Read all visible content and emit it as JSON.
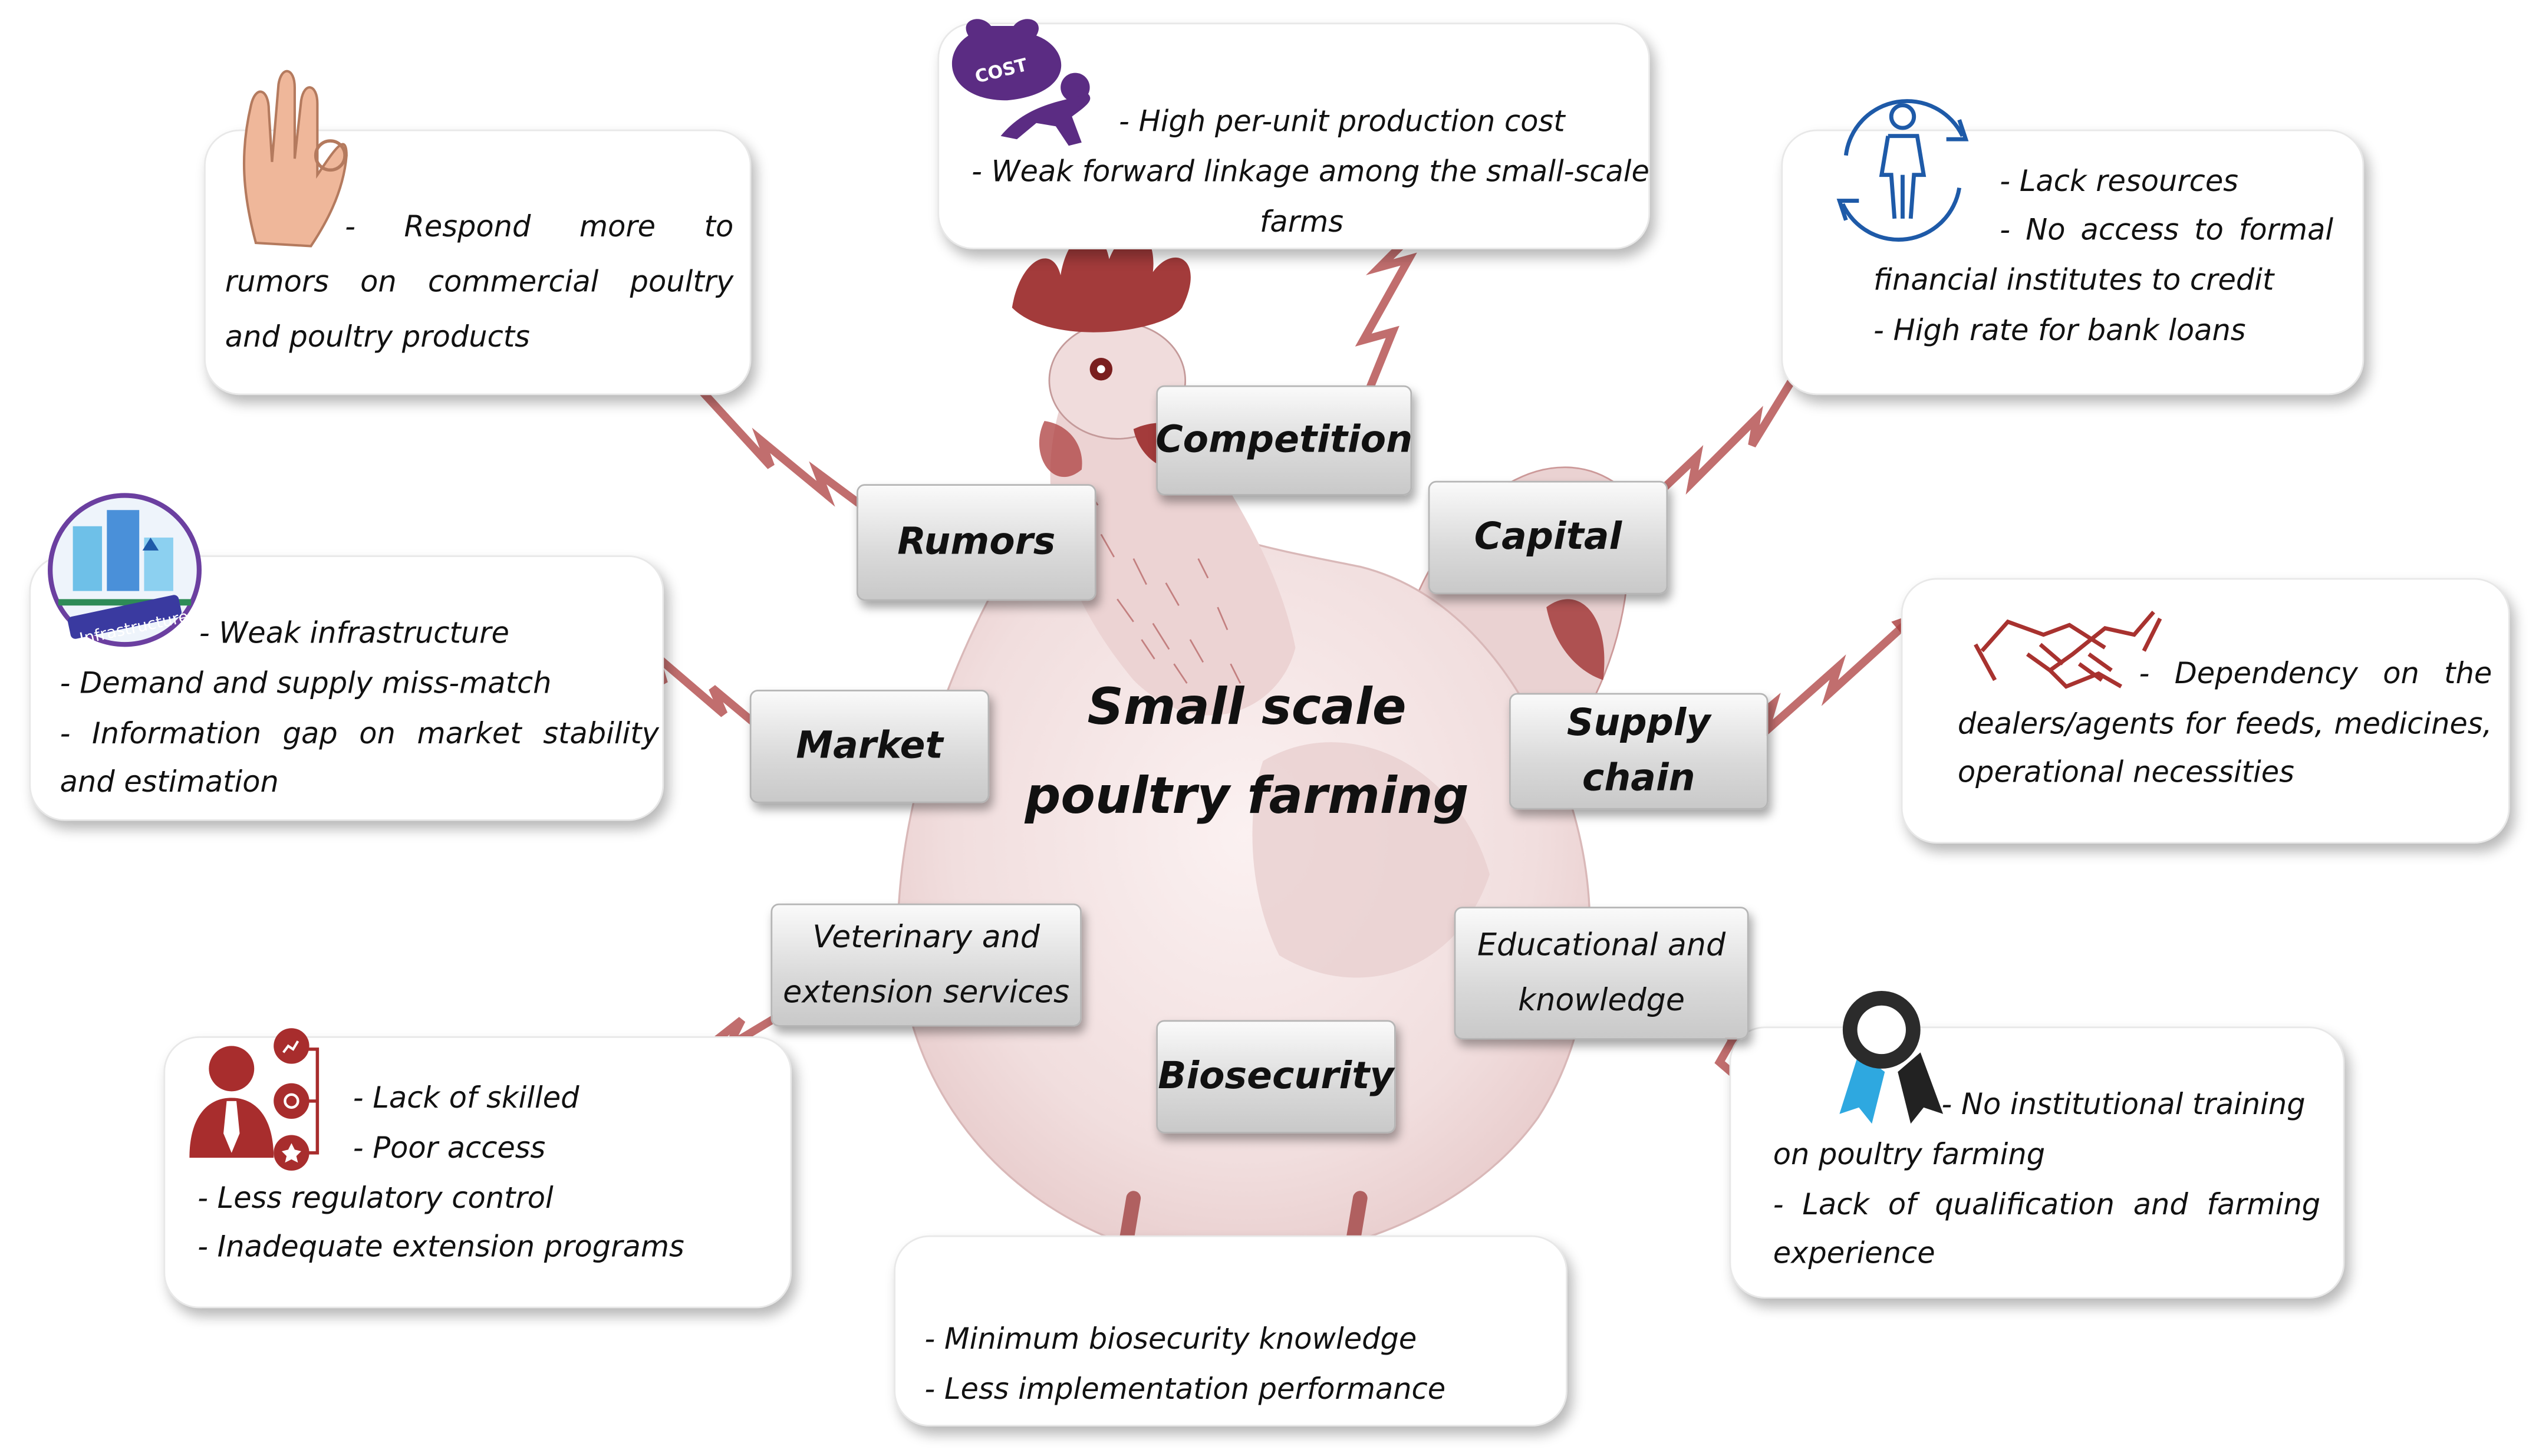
{
  "center": {
    "line1": "Small scale",
    "line2": "poultry farming"
  },
  "factors": {
    "competition": "Competition",
    "rumors": "Rumors",
    "capital": "Capital",
    "market": "Market",
    "supply_chain": [
      "Supply",
      "chain"
    ],
    "veterinary": [
      "Veterinary and",
      "extension services"
    ],
    "educational": [
      "Educational and",
      "knowledge"
    ],
    "biosecurity": "Biosecurity"
  },
  "details": {
    "competition": [
      "- High per-unit production cost",
      "- Weak forward linkage among the small-scale",
      "farms"
    ],
    "rumors": [
      "- Respond more to",
      "rumors on commercial poultry",
      "and poultry products"
    ],
    "capital": [
      "- Lack resources",
      "- No access to formal",
      "financial institutes to credit",
      "- High rate for bank loans"
    ],
    "market": [
      "- Weak infrastructure",
      "- Demand and supply miss-match",
      "- Information gap on market stability",
      "and estimation"
    ],
    "supply_chain": [
      "- Dependency on the",
      "dealers/agents for feeds, medicines,",
      "operational necessities"
    ],
    "veterinary": [
      "- Lack of skilled",
      "- Poor access",
      "- Less regulatory control",
      "- Inadequate extension programs"
    ],
    "educational": [
      "- No institutional training",
      "on poultry farming",
      "- Lack of qualification and farming",
      "experience"
    ],
    "biosecurity": [
      "- Minimum biosecurity knowledge",
      "- Less implementation performance"
    ]
  },
  "icon_text": {
    "cost_bag": "COST",
    "infrastructure_badge": "Infrastructure"
  },
  "colors": {
    "hen_red": "#a84a4a",
    "hen_body": "#f4e4e4",
    "arrow": "#b04545",
    "purple": "#5b2c83",
    "blue": "#1e5aa8",
    "ribbon_blue": "#2ea8e0"
  }
}
